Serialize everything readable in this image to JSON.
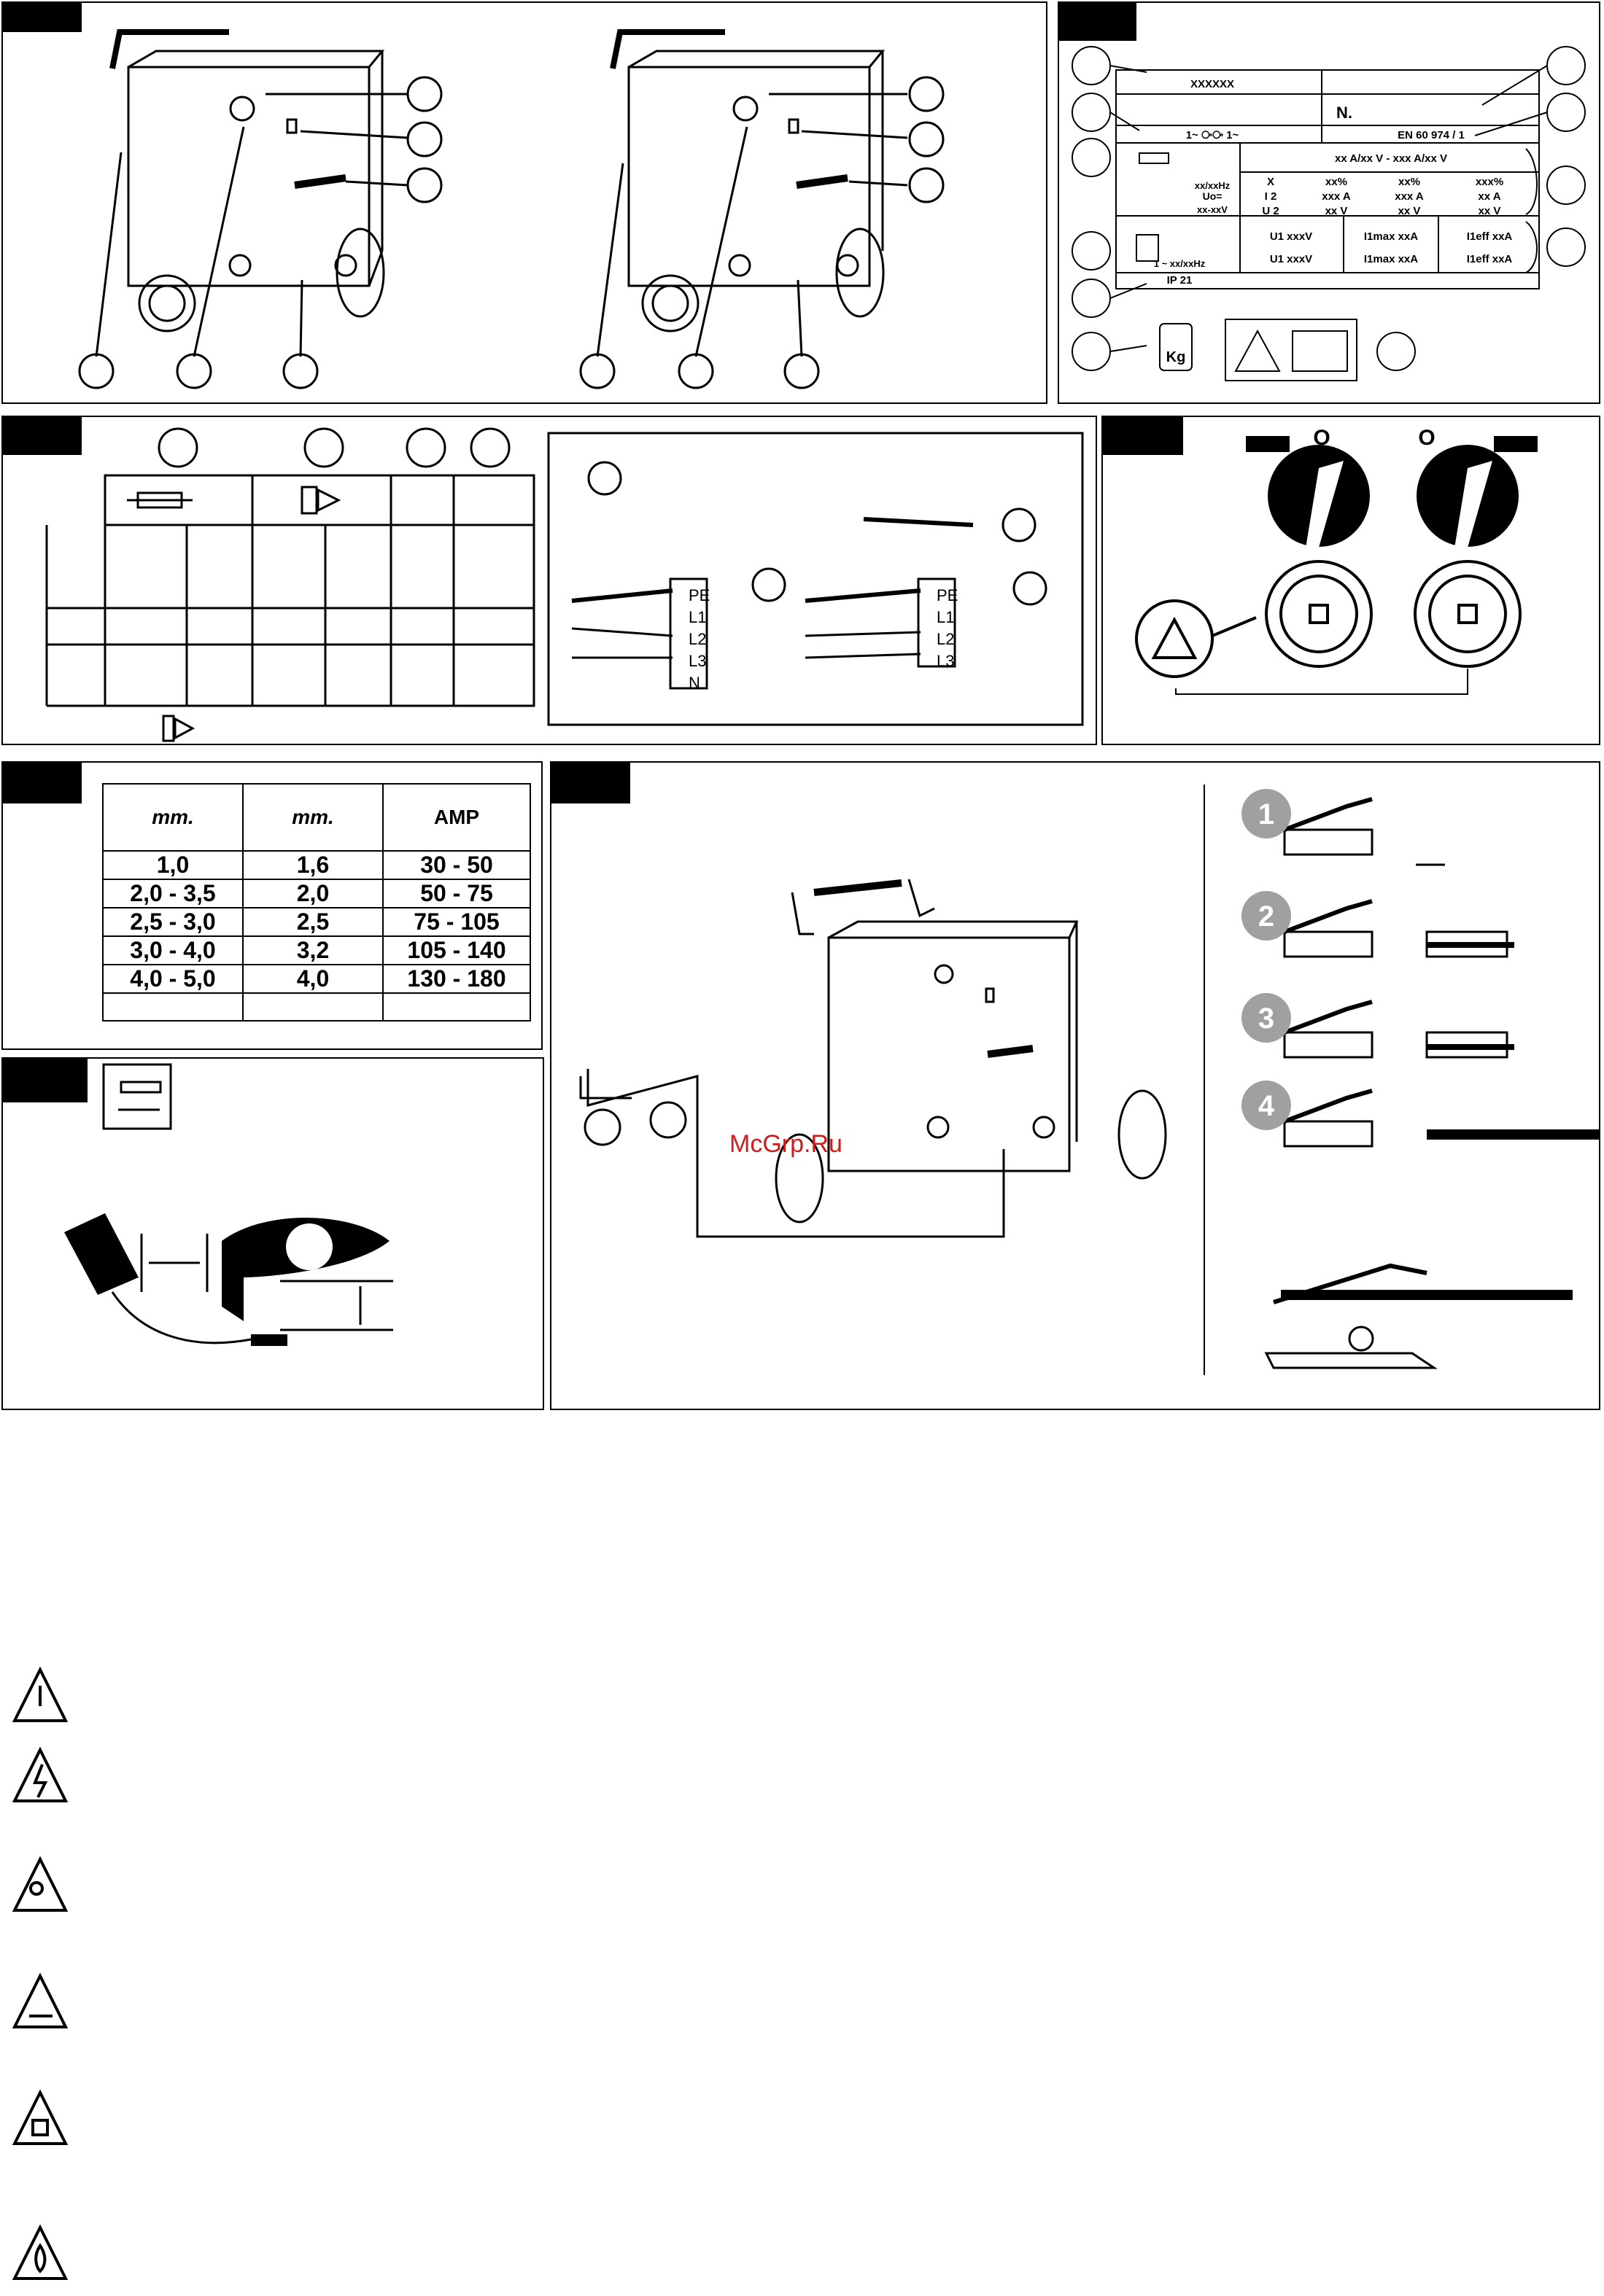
{
  "rating_plate": {
    "model": "XXXXXX",
    "serial_label": "N.",
    "phase_text": "1~  ⧂⧂  1~",
    "standard": "EN 60 974 / 1",
    "freq": "xx/xxHz",
    "current_range": "xx A/xx V - xxx A/xx V",
    "uo_label": "Uo=",
    "uo_value": "xx-xxV",
    "cols": [
      "X",
      "xx%",
      "xx%",
      "xxx%"
    ],
    "i2_row": [
      "I 2",
      "xxx A",
      "xxx A",
      "xx A"
    ],
    "u2_row": [
      "U 2",
      "xx V",
      "xx V",
      "xx V"
    ],
    "supply_label": "1 ~ xx/xxHz",
    "supply_row1": [
      "U1 xxxV",
      "I1max xxA",
      "I1eff xxA"
    ],
    "supply_row2": [
      "U1 xxxV",
      "I1max xxA",
      "I1eff xxA"
    ],
    "ip_rating": "IP 21",
    "weight_label": "Kg"
  },
  "terminals": {
    "set1": [
      "PE",
      "L1",
      "L2",
      "L3",
      "N"
    ],
    "set2": [
      "PE",
      "L1",
      "L2",
      "L3"
    ]
  },
  "switch_labels": [
    "O",
    "O"
  ],
  "electrode_table": {
    "headers": [
      "mm.",
      "mm.",
      "AMP"
    ],
    "rows": [
      [
        "1,0",
        "1,6",
        "30 - 50"
      ],
      [
        "2,0 - 3,5",
        "2,0",
        "50 - 75"
      ],
      [
        "2,5 - 3,0",
        "2,5",
        "75 - 105"
      ],
      [
        "3,0 - 4,0",
        "3,2",
        "105 - 140"
      ],
      [
        "4,0 - 5,0",
        "4,0",
        "130 - 180"
      ],
      [
        "",
        "",
        ""
      ]
    ]
  },
  "steps": [
    "1",
    "2",
    "3",
    "4"
  ],
  "watermark": "McGrp.Ru",
  "colors": {
    "line": "#000000",
    "step_badge": "#a0a0a0",
    "watermark": "#d21c1c"
  }
}
